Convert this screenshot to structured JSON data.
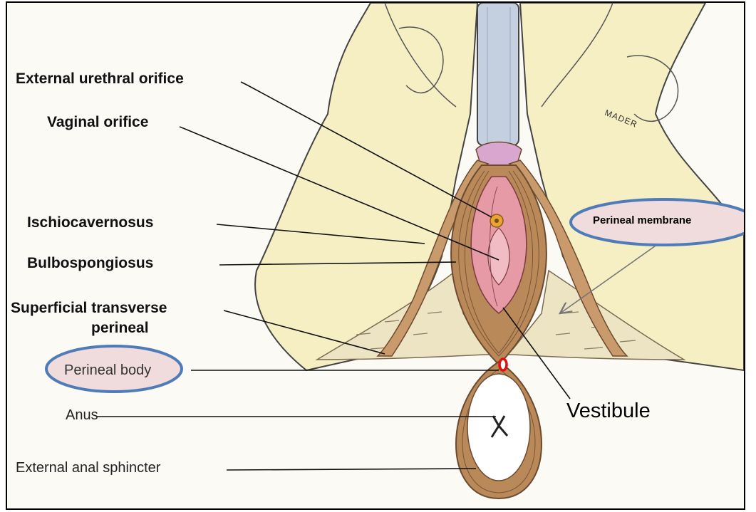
{
  "labels": {
    "external_urethral_orifice": "External urethral orifice",
    "vaginal_orifice": "Vaginal orifice",
    "ischiocavernosus": "Ischiocavernosus",
    "bulbospongiosus": "Bulbospongiosus",
    "superficial_transverse_line1": "Superficial transverse",
    "superficial_transverse_line2": "perineal",
    "perineal_body": "Perineal body",
    "anus": "Anus",
    "external_anal_sphincter": "External anal sphincter",
    "vestibule": "Vestibule",
    "perineal_membrane": "Perineal membrane",
    "artist_signature": "MADER"
  },
  "colors": {
    "thigh_fill": "#f6efc4",
    "muscle_brown": "#b9895a",
    "muscle_dark": "#6b4a2e",
    "membrane_fill": "#ede4c4",
    "vestibule_pink": "#e59aa5",
    "clitoris_pink": "#d9a6cf",
    "urethral_orange": "#e9a437",
    "highlight_fill": "#f0dcdc",
    "highlight_ring": "#4f7cb8",
    "marker_red": "#e01010",
    "pubic_blue": "#c4d0e0"
  },
  "icons": {
    "perineal_body_marker": "red-ring-marker",
    "membrane_pointer": "arrow-icon"
  }
}
